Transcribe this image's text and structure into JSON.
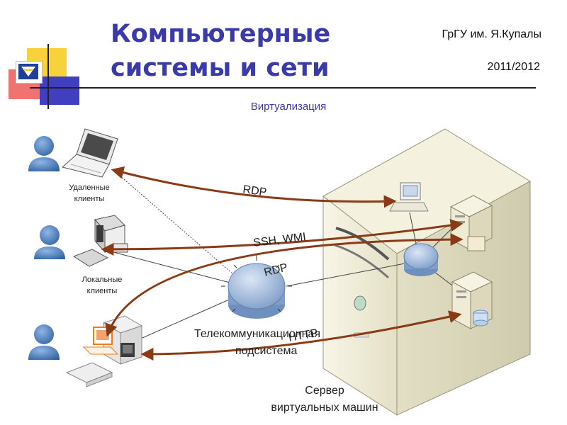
{
  "header": {
    "title_line1": "Компьютерные",
    "title_line2": "системы и сети",
    "organization": "ГрГУ им. Я.Купалы",
    "year": "2011/2012",
    "subtitle": "Виртуализация"
  },
  "diagram": {
    "nodes": {
      "remote_clients": "Удаленные клиенты",
      "remote_clients_l1": "Удаленные",
      "remote_clients_l2": "клиенты",
      "local_clients_l1": "Локальные",
      "local_clients_l2": "клиенты",
      "telecom_l1": "Телекоммуникационная",
      "telecom_l2": "подсистема",
      "server_l1": "Сервер",
      "server_l2": "виртуальных машин"
    },
    "protocols": {
      "rdp_top": "RDP",
      "ssh_wmi": "SSH, WMI",
      "rdp_mid": "RDP",
      "http": "HTTP"
    }
  },
  "colors": {
    "title": "#3a3aa8",
    "arrow": "#8a3a14",
    "logo_yellow": "#f7d23a",
    "logo_red": "#ef5a57",
    "logo_blue": "#3f3fc0"
  }
}
